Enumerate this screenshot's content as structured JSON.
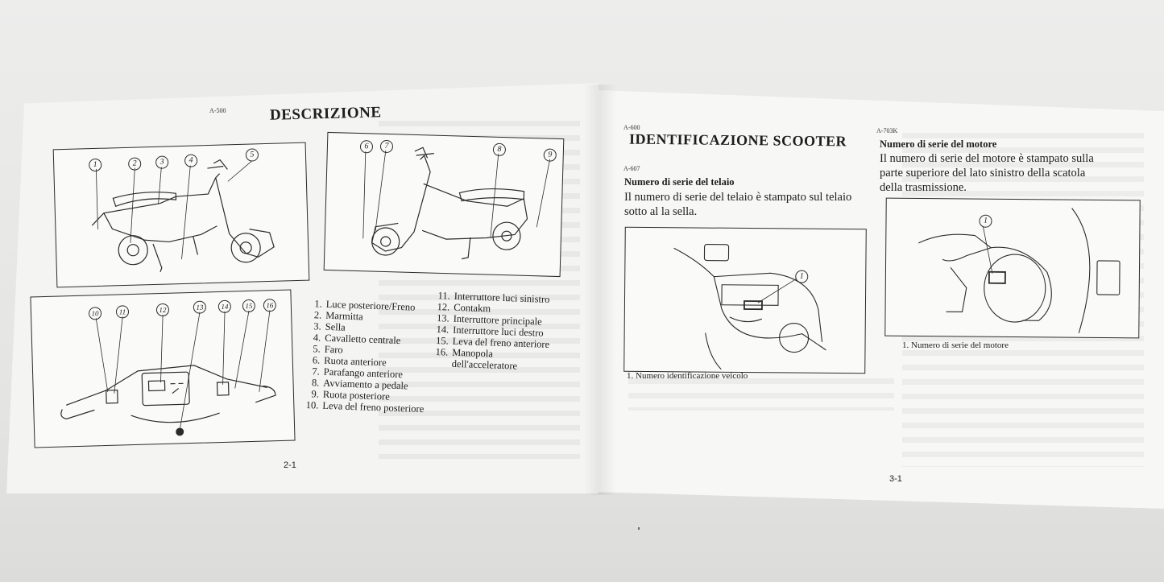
{
  "left_page": {
    "code": "A-500",
    "title": "DESCRIZIONE",
    "page_number": "2-1",
    "top_left_callouts": [
      "1",
      "2",
      "3",
      "4",
      "5"
    ],
    "top_right_callouts": [
      "6",
      "7",
      "8",
      "9"
    ],
    "bottom_callouts": [
      "10",
      "11",
      "12",
      "13",
      "14",
      "15",
      "16"
    ],
    "legend_left": [
      {
        "n": "1.",
        "text": "Luce posteriore/Freno"
      },
      {
        "n": "2.",
        "text": "Marmitta"
      },
      {
        "n": "3.",
        "text": "Sella"
      },
      {
        "n": "4.",
        "text": "Cavalletto centrale"
      },
      {
        "n": "5.",
        "text": "Faro"
      },
      {
        "n": "6.",
        "text": "Ruota anteriore"
      },
      {
        "n": "7.",
        "text": "Parafango anteriore"
      },
      {
        "n": "8.",
        "text": "Avviamento a pedale"
      },
      {
        "n": "9.",
        "text": "Ruota posteriore"
      },
      {
        "n": "10.",
        "text": "Leva del freno posteriore"
      }
    ],
    "legend_right": [
      {
        "n": "11.",
        "text": "Interruttore luci sinistro"
      },
      {
        "n": "12.",
        "text": "Contakm"
      },
      {
        "n": "13.",
        "text": "Interruttore principale"
      },
      {
        "n": "14.",
        "text": "Interruttore luci destro"
      },
      {
        "n": "15.",
        "text": "Leva del freno anteriore"
      },
      {
        "n": "16.",
        "text": "Manopola"
      },
      {
        "n": "",
        "text": "dell'acceleratore"
      }
    ]
  },
  "right_page": {
    "section_code": "A-600",
    "title": "IDENTIFICAZIONE SCOOTER",
    "page_number": "3-1",
    "frame": {
      "code": "A-607",
      "heading": "Numero di serie del telaio",
      "lines": [
        "Il numero di serie del telaio è stampato sul telaio",
        "sotto al la sella."
      ],
      "callout": "1",
      "caption": "1.  Numero identificazione veicolo"
    },
    "engine": {
      "code": "A-703K",
      "heading": "Numero di serie del motore",
      "lines": [
        "Il numero di serie del motore è stampato sulla",
        "parte superiore del lato sinistro della scatola",
        "della trasmissione."
      ],
      "callout": "1",
      "caption": "1.  Numero di serie del motore"
    }
  }
}
